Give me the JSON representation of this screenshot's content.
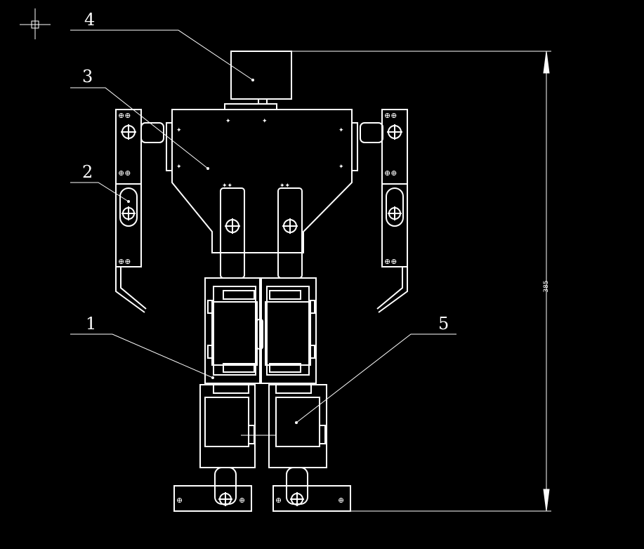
{
  "labels": {
    "part1": "1",
    "part2": "2",
    "part3": "3",
    "part4": "4",
    "part5": "5"
  },
  "dimension": {
    "height_value": "385"
  },
  "colors": {
    "background": "#000000",
    "lines": "#ffffff"
  }
}
